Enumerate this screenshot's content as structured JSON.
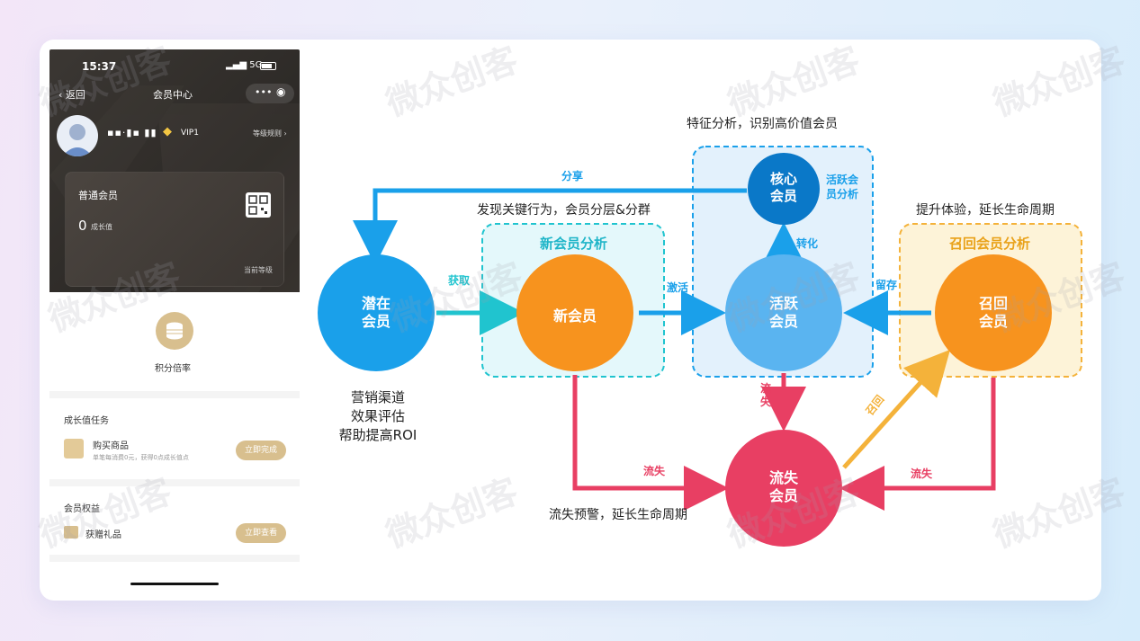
{
  "watermark": "微众创客",
  "phone": {
    "status_time": "15:37",
    "status_network": "5G",
    "back_label": "返回",
    "title": "会员中心",
    "username": "▪▪·▮▪ ▮▮",
    "vip_level": "VIP1",
    "level_rules": "等级规则 ›",
    "card_type": "普通会员",
    "growth_value": "0",
    "growth_label": "成长值",
    "current_level": "当前等级",
    "points_label": "积分倍率",
    "tasks_title": "成长值任务",
    "task_name": "购买商品",
    "task_desc": "单笔每消费0元，获得0点成长值点",
    "task_button": "立即完成",
    "benefits_title": "会员权益",
    "benefit_name": "获赠礼品",
    "benefit_button": "立即查看"
  },
  "diagram": {
    "nodes": {
      "potential": "潜在\n会员",
      "new": "新会员",
      "active": "活跃\n会员",
      "core": "核心\n会员",
      "recall": "召回\n会员",
      "lost": "流失\n会员"
    },
    "groups": {
      "new_analysis": "新会员分析",
      "active_analysis": "活跃会\n员分析",
      "recall_analysis": "召回会员分析"
    },
    "edges": {
      "share": "分享",
      "acquire": "获取",
      "activate": "激活",
      "convert": "转化",
      "retain": "留存",
      "churn_active": "流\n失",
      "churn_new": "流失",
      "churn_recall": "流失",
      "recall": "召回"
    },
    "captions": {
      "core_top": "特征分析，识别高价值会员",
      "new_top": "发现关键行为，会员分层&分群",
      "recall_top": "提升体验，延长生命周期",
      "potential_bottom": "营销渠道\n效果评估\n帮助提高ROI",
      "lost_bottom": "流失预警，延长生命周期"
    }
  },
  "colors": {
    "blue": "#1aa0ea",
    "teal": "#20c4cf",
    "orange": "#f7931e",
    "red": "#e83f63",
    "gold": "#f4b23a",
    "core_blue": "#0a78c8",
    "active_blue": "#5ab4f0"
  }
}
